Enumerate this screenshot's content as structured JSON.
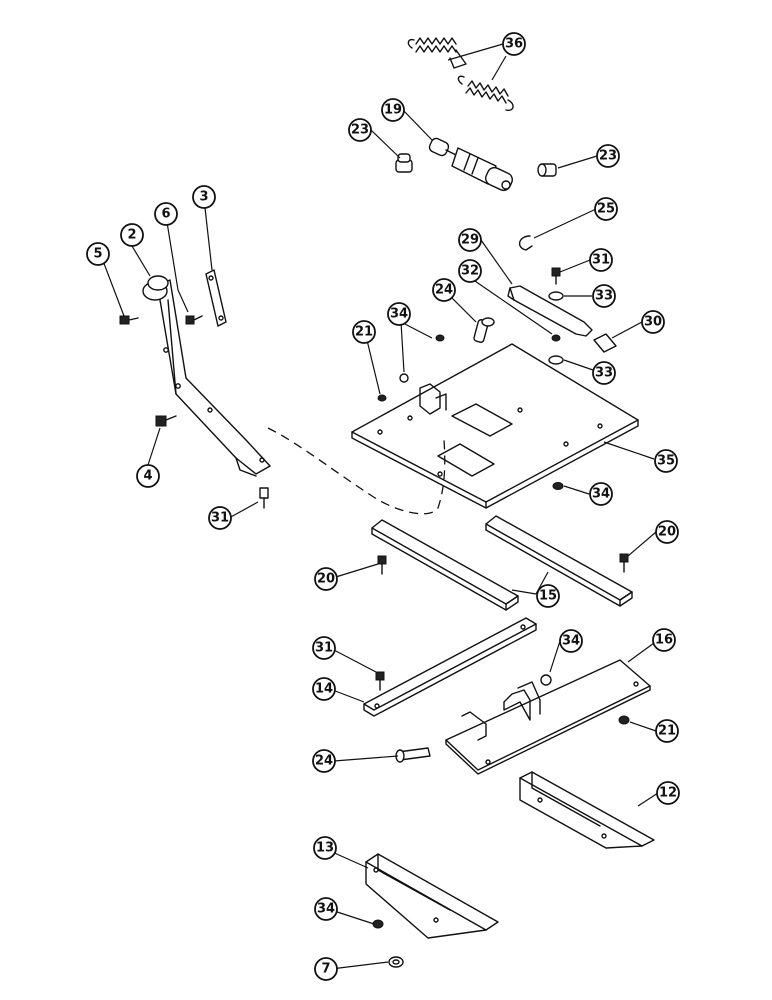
{
  "callouts": {
    "c36": "36",
    "c19": "19",
    "c23a": "23",
    "c23b": "23",
    "c25": "25",
    "c29": "29",
    "c31a": "31",
    "c32": "32",
    "c33a": "33",
    "c33b": "33",
    "c30": "30",
    "c24a": "24",
    "c34a": "34",
    "c21a": "21",
    "c35": "35",
    "c34b": "34",
    "c2": "2",
    "c6": "6",
    "c3": "3",
    "c5": "5",
    "c4": "4",
    "c31b": "31",
    "c20a": "20",
    "c20b": "20",
    "c15": "15",
    "c31c": "31",
    "c14": "14",
    "c34c": "34",
    "c16": "16",
    "c21b": "21",
    "c24b": "24",
    "c12": "12",
    "c13": "13",
    "c34d": "34",
    "c7": "7"
  }
}
